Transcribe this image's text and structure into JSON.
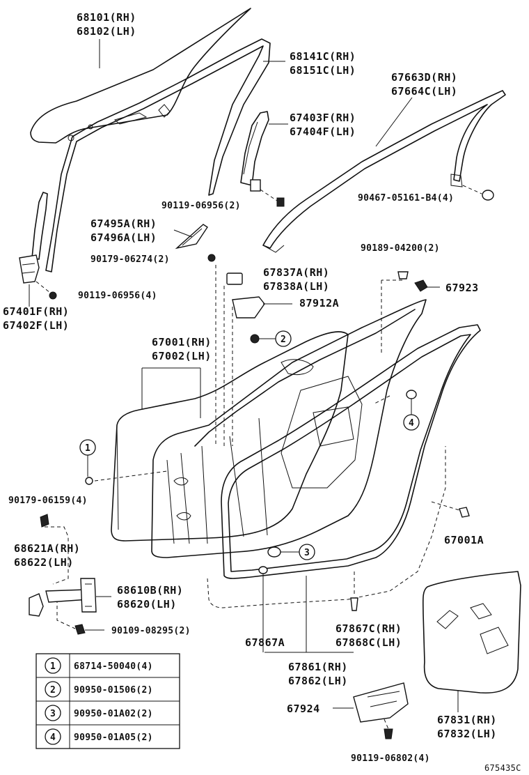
{
  "labels": {
    "glass": [
      "68101(RH)",
      "68102(LH)"
    ],
    "run_channel": [
      "68141C(RH)",
      "68151C(LH)"
    ],
    "molding": [
      "67663D(RH)",
      "67664C(LH)"
    ],
    "sash": [
      "67403F(RH)",
      "67404F(LH)"
    ],
    "screw_90119_06956_2": "90119-06956(2)",
    "clip_90467": "90467-05161-B4(4)",
    "cover_67495": [
      "67495A(RH)",
      "67496A(LH)"
    ],
    "nut_90179_06274": "90179-06274(2)",
    "clip_90189": "90189-04200(2)",
    "cushion_67923": "67923",
    "sash_front": [
      "67401F(RH)",
      "67402F(LH)"
    ],
    "screw_90119_06956_4": "90119-06956(4)",
    "pad_67837": [
      "67837A(RH)",
      "67838A(LH)"
    ],
    "bracket_87912": "87912A",
    "door_panel": [
      "67001(RH)",
      "67002(LH)"
    ],
    "bolt_90179_06159": "90179-06159(4)",
    "check_68621": [
      "68621A(RH)",
      "68622(LH)"
    ],
    "hinge_68610": [
      "68610B(RH)",
      "68620(LH)"
    ],
    "bolt_90109_08295": "90109-08295(2)",
    "plug_67001A": "67001A",
    "clip_67867C": [
      "67867C(RH)",
      "67868C(LH)"
    ],
    "clip_67867A": "67867A",
    "weatherstrip": [
      "67861(RH)",
      "67862(LH)"
    ],
    "bracket_67924": "67924",
    "service_hole_cover": [
      "67831(RH)",
      "67832(LH)"
    ],
    "screw_90119_06802": "90119-06802(4)",
    "diagram_code": "675435C"
  },
  "legend": {
    "rows": [
      {
        "num": "1",
        "part": "68714-50040(4)"
      },
      {
        "num": "2",
        "part": "90950-01506(2)"
      },
      {
        "num": "3",
        "part": "90950-01A02(2)"
      },
      {
        "num": "4",
        "part": "90950-01A05(2)"
      }
    ]
  },
  "callouts": [
    "1",
    "2",
    "3",
    "4"
  ]
}
